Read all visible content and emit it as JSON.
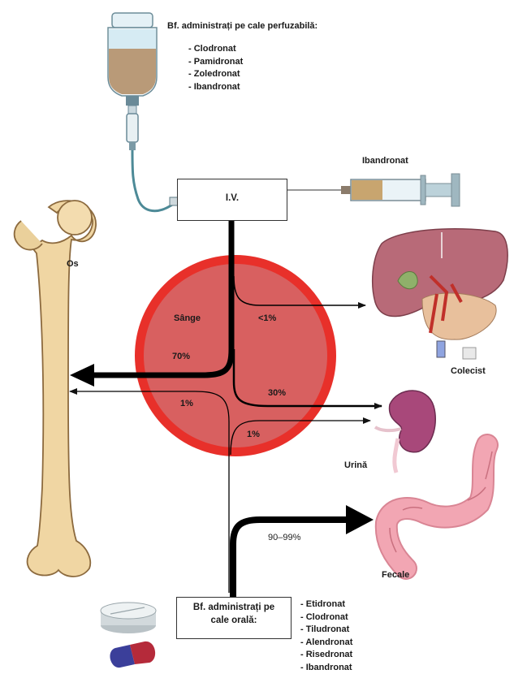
{
  "iv_header": "Bf. administrați pe cale perfuzabilă:",
  "iv_drugs": [
    "Clodronat",
    "Pamidronat",
    "Zoledronat",
    "Ibandronat"
  ],
  "syringe_label": "Ibandronat",
  "iv_box": "I.V.",
  "organs": {
    "bone": "Os",
    "gallbladder": "Colecist",
    "urine": "Urină",
    "feces": "Fecale"
  },
  "blood": {
    "label": "Sânge",
    "to_bone": "70%",
    "to_bone_minor": "1%",
    "to_liver": "<1%",
    "to_kidney": "30%",
    "to_kidney_minor": "1%"
  },
  "feces_percent": "90–99%",
  "oral_box": "Bf. administrați pe cale orală:",
  "oral_drugs": [
    "Etidronat",
    "Clodronat",
    "Tiludronat",
    "Alendronat",
    "Risedronat",
    "Ibandronat"
  ],
  "colors": {
    "blood_fill": "#d86060",
    "blood_ring": "#e8302a",
    "bone": "#f0d6a3",
    "liver": "#b86a78",
    "kidney": "#a8487a",
    "intestine": "#f2a6b3"
  }
}
